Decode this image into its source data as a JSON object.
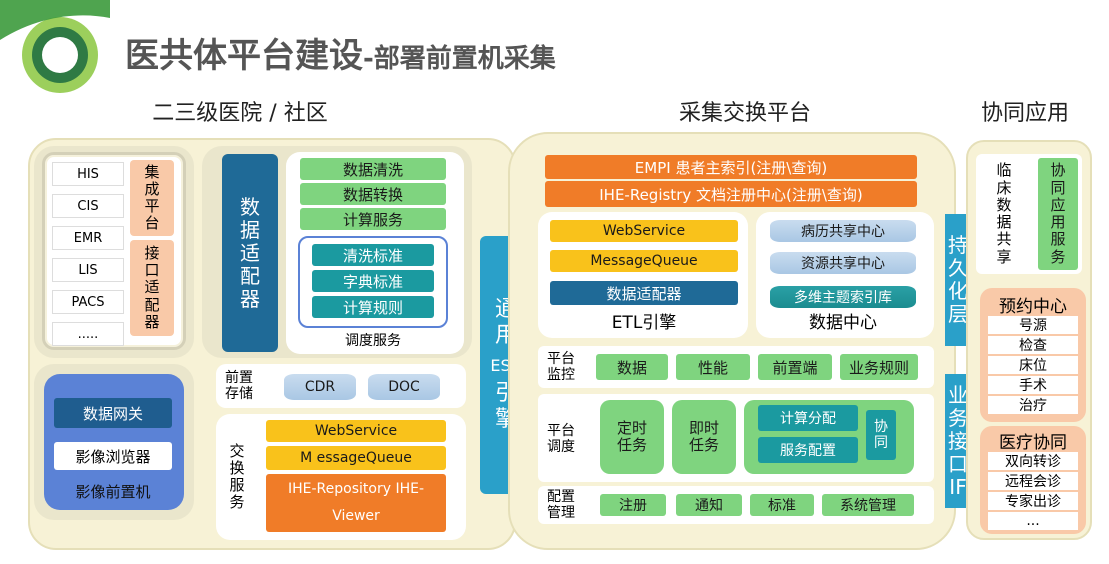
{
  "title": "医共体平台建设",
  "subtitle": "-部署前置机采集",
  "columns": {
    "hospital": "二三级医院 / 社区",
    "exchange": "采集交换平台",
    "collab": "协同应用"
  },
  "hospital": {
    "systems": [
      "HIS",
      "CIS",
      "EMR",
      "LIS",
      "PACS",
      "....."
    ],
    "integration_label": "集成平台",
    "interface_label": "接口适配器",
    "adapter_label": "数据适配器",
    "tasks": [
      "数据清洗",
      "数据转换",
      "计算服务"
    ],
    "rules": [
      "清洗标准",
      "字典标准",
      "计算规则"
    ],
    "scheduler_label": "调度服务",
    "storage_label": "前置存储",
    "storage_items": [
      "CDR",
      "DOC"
    ],
    "exchange_label": "交换服务",
    "exchange_items": [
      "WebService",
      "M essageQueue",
      "IHE-Repository  IHE-Viewer"
    ],
    "imaging": {
      "gateway": "数据网关",
      "browser": "影像浏览器",
      "frontend": "影像前置机"
    }
  },
  "esb": {
    "label_top": "通用",
    "label_mid": "ESB",
    "label_bottom": "引擎"
  },
  "platform": {
    "empi": "EMPI 患者主索引(注册\\查询)",
    "registry": "IHE-Registry 文档注册中心(注册\\查询)",
    "etl_items": [
      "WebService",
      "MessageQueue",
      "数据适配器"
    ],
    "etl_label": "ETL引擎",
    "dc_items": [
      "病历共享中心",
      "资源共享中心",
      "多维主题索引库"
    ],
    "dc_label": "数据中心",
    "monitor_label": "平台监控",
    "monitor_items": [
      "数据",
      "性能",
      "前置端",
      "业务规则"
    ],
    "schedule_label": "平台调度",
    "schedule_items": [
      "定时任务",
      "即时任务"
    ],
    "calc_dist": "计算分配",
    "service_config": "服务配置",
    "coop": "协同",
    "config_label": "配置管理",
    "config_items": [
      "注册",
      "通知",
      "标准",
      "系统管理"
    ]
  },
  "layers": {
    "persistence": "持久化层",
    "business": "业务接口IF"
  },
  "collab": {
    "clinical": "临床数据共享",
    "collab_service": "协同应用服务",
    "appointment_title": "预约中心",
    "appointment_items": [
      "号源",
      "检查",
      "床位",
      "手术",
      "治疗"
    ],
    "medical_title": "医疗协同",
    "medical_items": [
      "双向转诊",
      "远程会诊",
      "专家出诊",
      "..."
    ]
  },
  "colors": {
    "title": "#555555",
    "accent_green": "#7fd47f",
    "teal": "#1b9aa0",
    "orange": "#f07c28",
    "yellow": "#f9c21b",
    "navy": "#1f6a97",
    "section_bg": "#f7f2d6",
    "imaging_bg": "#5b82d6"
  }
}
